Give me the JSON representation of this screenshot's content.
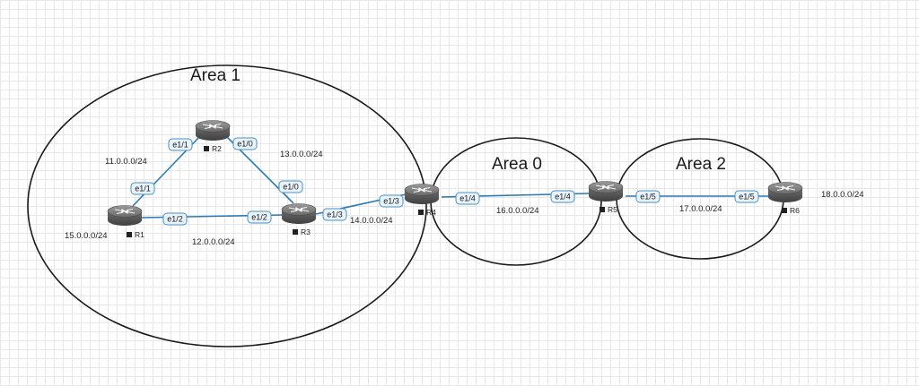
{
  "areas": [
    {
      "id": "area1",
      "label": "Area 1"
    },
    {
      "id": "area0",
      "label": "Area 0"
    },
    {
      "id": "area2",
      "label": "Area 2"
    }
  ],
  "routers": [
    {
      "id": "R1",
      "label": "R1"
    },
    {
      "id": "R2",
      "label": "R2"
    },
    {
      "id": "R3",
      "label": "R3"
    },
    {
      "id": "R4",
      "label": "R4"
    },
    {
      "id": "R5",
      "label": "R5"
    },
    {
      "id": "R6",
      "label": "R6"
    }
  ],
  "networks": [
    {
      "id": "n11",
      "label": "11.0.0.0/24"
    },
    {
      "id": "n12",
      "label": "12.0.0.0/24"
    },
    {
      "id": "n13",
      "label": "13.0.0.0/24"
    },
    {
      "id": "n14",
      "label": "14.0.0.0/24"
    },
    {
      "id": "n15",
      "label": "15.0.0.0/24"
    },
    {
      "id": "n16",
      "label": "16.0.0.0/24"
    },
    {
      "id": "n17",
      "label": "17.0.0.0/24"
    },
    {
      "id": "n18",
      "label": "18.0.0.0/24"
    }
  ],
  "links": [
    {
      "from": "R1",
      "to": "R2",
      "from_iface": "e1/1",
      "to_iface": "e1/1"
    },
    {
      "from": "R2",
      "to": "R3",
      "from_iface": "e1/0",
      "to_iface": "e1/0"
    },
    {
      "from": "R1",
      "to": "R3",
      "from_iface": "e1/2",
      "to_iface": "e1/2"
    },
    {
      "from": "R3",
      "to": "R4",
      "from_iface": "e1/3",
      "to_iface": "e1/3"
    },
    {
      "from": "R4",
      "to": "R5",
      "from_iface": "e1/4",
      "to_iface": "e1/4"
    },
    {
      "from": "R5",
      "to": "R6",
      "from_iface": "e1/5",
      "to_iface": "e1/5"
    }
  ],
  "colors": {
    "link": "#2a7ab8",
    "badge_fill": "#e8f3fb",
    "badge_stroke": "#4a90c4",
    "router_body": "#565656",
    "router_top": "#8a8a8a"
  }
}
